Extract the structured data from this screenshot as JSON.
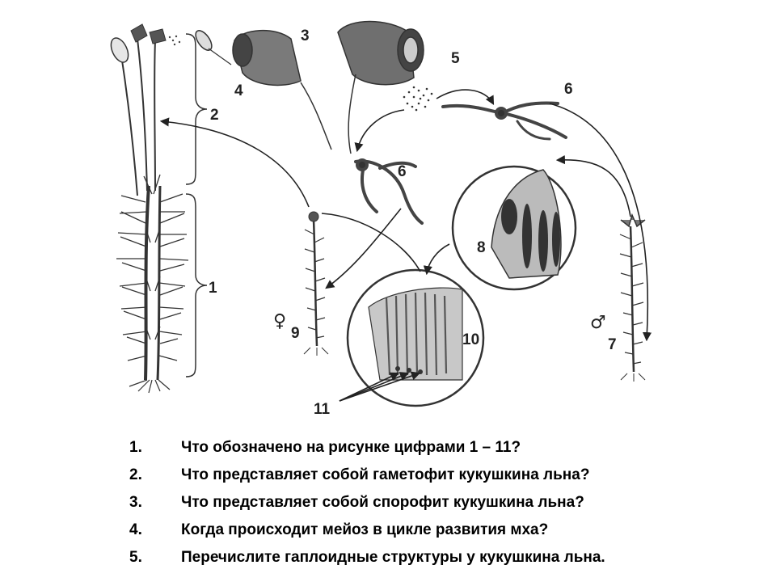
{
  "figure": {
    "labels": [
      "1",
      "2",
      "3",
      "4",
      "5",
      "6",
      "6",
      "7",
      "8",
      "9",
      "10",
      "11"
    ],
    "female_symbol": "♀",
    "male_symbol": "♂"
  },
  "questions": [
    {
      "num": "1.",
      "text": "Что обозначено на рисунке цифрами 1 – 11?"
    },
    {
      "num": "2.",
      "text": "Что представляет собой гаметофит кукушкина льна?"
    },
    {
      "num": "3.",
      "text": "Что представляет собой спорофит кукушкина льна?"
    },
    {
      "num": "4.",
      "text": "Когда происходит мейоз в цикле развития мха?"
    },
    {
      "num": "5.",
      "text": "Перечислите гаплоидные структуры у кукушкина льна."
    }
  ]
}
